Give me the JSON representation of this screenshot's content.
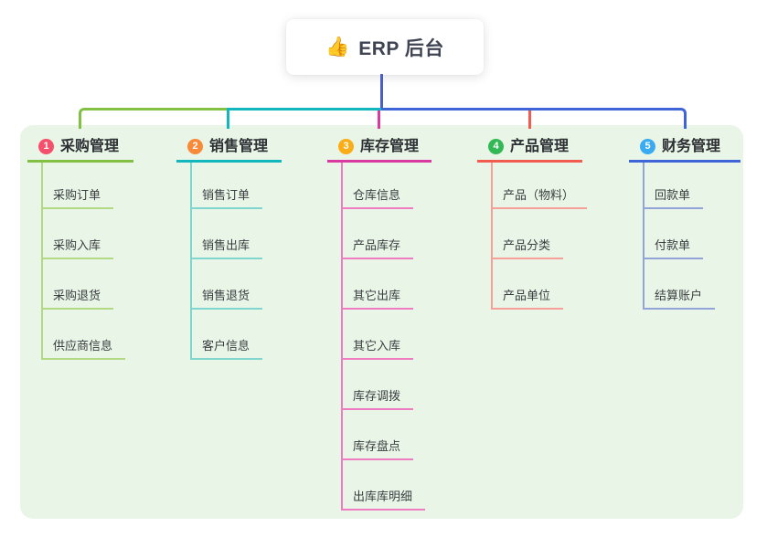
{
  "root": {
    "icon": "👍",
    "title": "ERP 后台"
  },
  "branches": [
    {
      "badge": "1",
      "label": "采购管理",
      "line_color": "#82c043",
      "light_color": "#b2da85",
      "badge_color": "#f4506b",
      "children": [
        "采购订单",
        "采购入库",
        "采购退货",
        "供应商信息"
      ]
    },
    {
      "badge": "2",
      "label": "销售管理",
      "line_color": "#11b7bd",
      "light_color": "#7ed6cf",
      "badge_color": "#f98a3a",
      "children": [
        "销售订单",
        "销售出库",
        "销售退货",
        "客户信息"
      ]
    },
    {
      "badge": "3",
      "label": "库存管理",
      "line_color": "#d83aa0",
      "light_color": "#ef7cc0",
      "badge_color": "#fbad18",
      "children": [
        "仓库信息",
        "产品库存",
        "其它出库",
        "其它入库",
        "库存调拨",
        "库存盘点",
        "出库库明细"
      ]
    },
    {
      "badge": "4",
      "label": "产品管理",
      "line_color": "#f15b50",
      "light_color": "#f79f99",
      "badge_color": "#32b956",
      "children": [
        "产品（物料）",
        "产品分类",
        "产品单位"
      ]
    },
    {
      "badge": "5",
      "label": "财务管理",
      "line_color": "#3e64d8",
      "light_color": "#93a4d9",
      "badge_color": "#38abf2",
      "children": [
        "回款单",
        "付款单",
        "结算账户"
      ]
    }
  ],
  "colors": {
    "panel_bg": "#e9f5e6",
    "root_line": "#4a5ec6",
    "card_bg": "#ffffff",
    "title_text": "#2c2f33",
    "child_text": "#3a3d41"
  }
}
